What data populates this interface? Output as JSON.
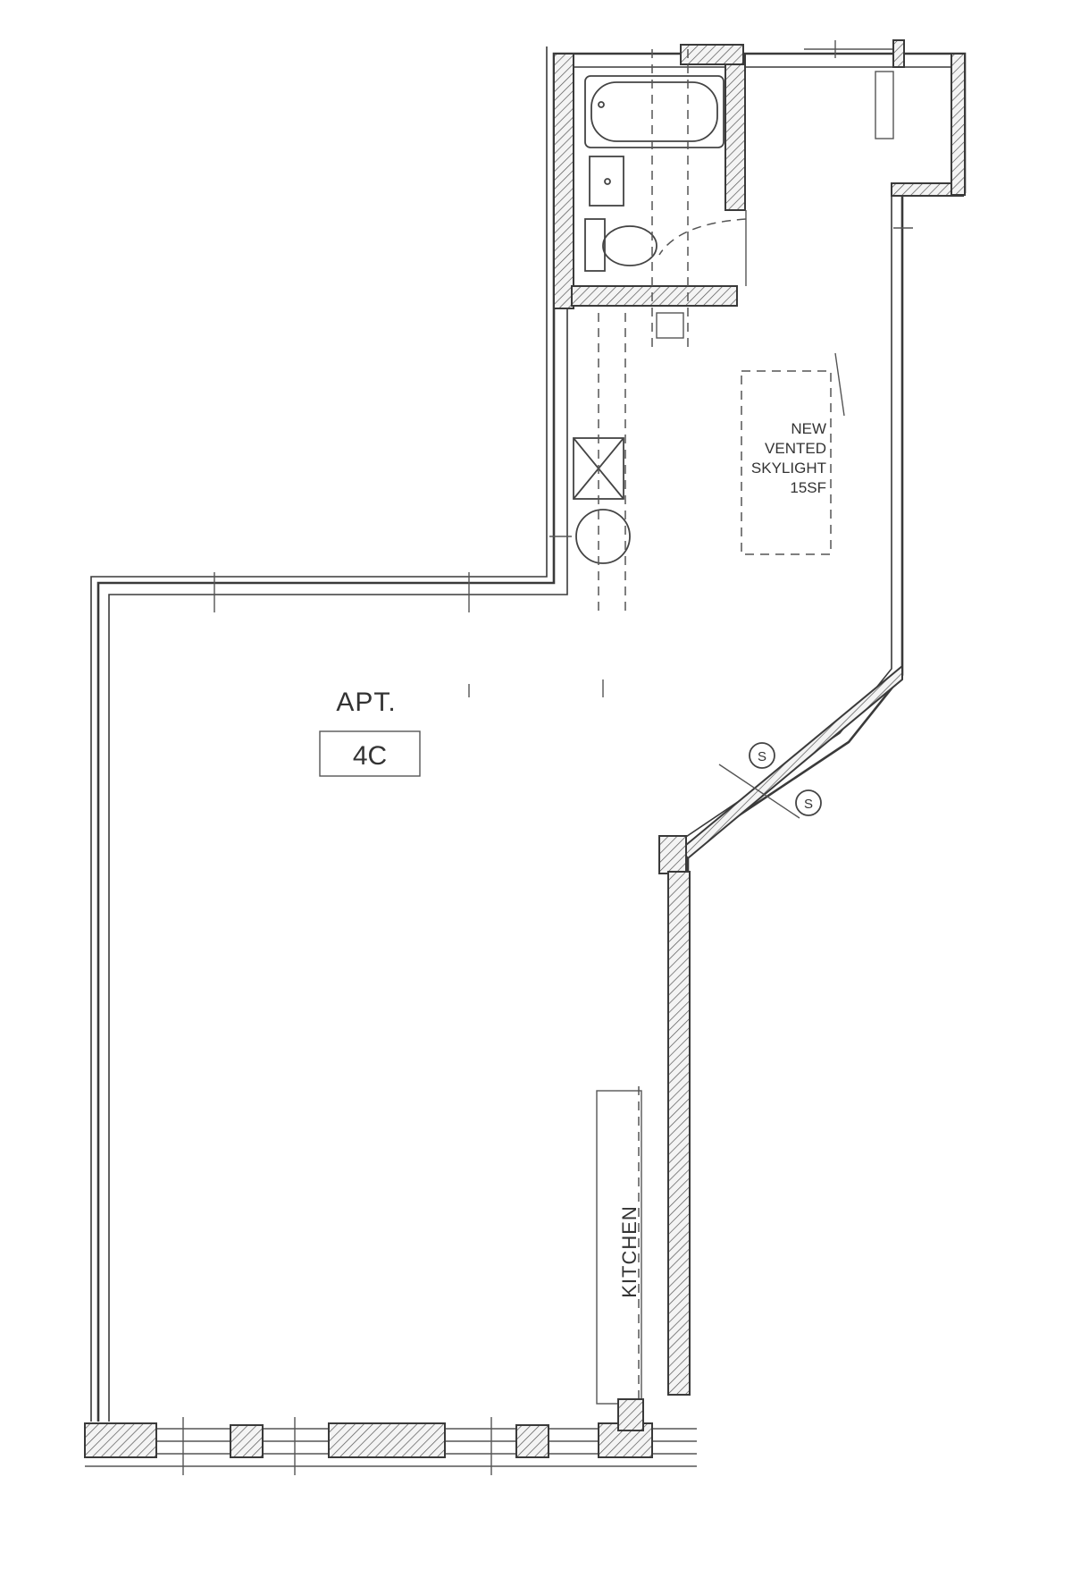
{
  "plan": {
    "unit_word": "APT.",
    "unit_number": "4C",
    "skylight": {
      "lines": [
        "NEW",
        "VENTED",
        "SKYLIGHT",
        "15SF"
      ]
    },
    "kitchen_label": "KITCHEN",
    "sensor_label": "S"
  }
}
